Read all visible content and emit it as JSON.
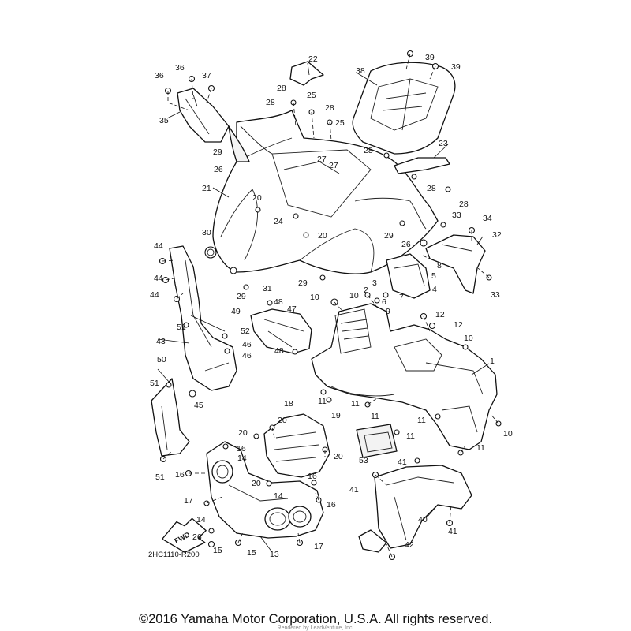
{
  "diagram_code": "2HC1110-R200",
  "fwd_label": "FWD",
  "copyright": "©2016 Yamaha Motor Corporation, U.S.A. All rights reserved.",
  "watermark": "Rendered by LeadVenture, Inc.",
  "callouts": [
    "1",
    "2",
    "3",
    "4",
    "5",
    "6",
    "7",
    "8",
    "9",
    "10",
    "11",
    "12",
    "13",
    "14",
    "15",
    "16",
    "17",
    "18",
    "19",
    "20",
    "21",
    "22",
    "23",
    "24",
    "25",
    "26",
    "27",
    "28",
    "29",
    "30",
    "31",
    "32",
    "33",
    "34",
    "35",
    "36",
    "37",
    "38",
    "39",
    "40",
    "41",
    "42",
    "43",
    "44",
    "45",
    "46",
    "47",
    "48",
    "49",
    "50",
    "51",
    "52",
    "53"
  ]
}
